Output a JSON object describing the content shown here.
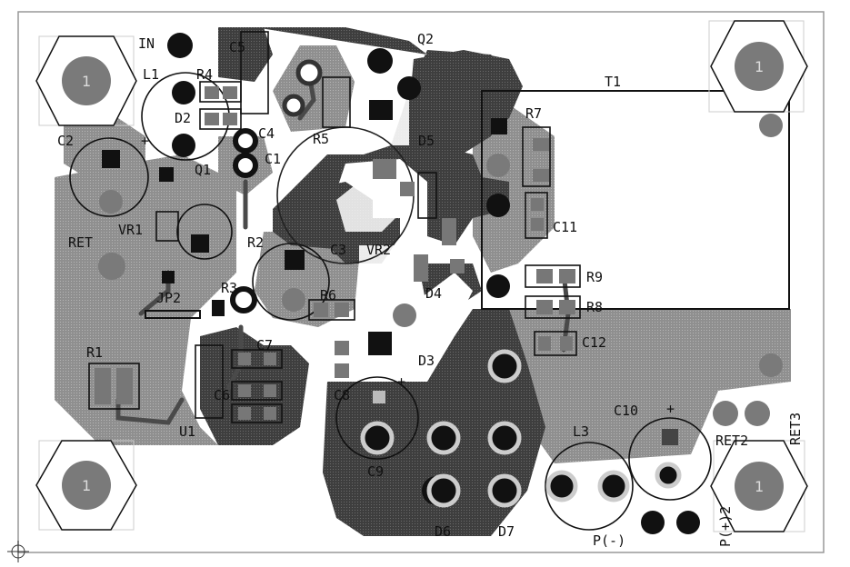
{
  "colors": {
    "background": "#ffffff",
    "copper_light": "#9a9a9a",
    "copper_dark": "#4a4a4a",
    "mid_grey": "#7a7a7a",
    "silk": "#111111",
    "pad_black": "#111111",
    "pad_white": "#ffffff"
  },
  "labels": {
    "in": "IN",
    "l1": "L1",
    "r4": "R4",
    "c5": "C5",
    "q2": "Q2",
    "t1": "T1",
    "r7": "R7",
    "d2": "D2",
    "c2": "C2",
    "c4": "C4",
    "r5": "R5",
    "d5": "D5",
    "c1": "C1",
    "q1": "Q1",
    "vr1": "VR1",
    "ret": "RET",
    "r2": "R2",
    "c11": "C11",
    "c3": "C3",
    "vr2": "VR2",
    "r9": "R9",
    "r3": "R3",
    "d4": "D4",
    "r8": "R8",
    "jp2": "JP2",
    "r6": "R6",
    "r1": "R1",
    "c12": "C12",
    "d3": "D3",
    "c7": "C7",
    "c6": "C6",
    "c8": "C8",
    "c10": "C10",
    "ret3": "RET3",
    "ret2": "RET2",
    "u1": "U1",
    "c9": "C9",
    "l3": "L3",
    "d6": "D6",
    "d7": "D7",
    "p_minus": "P(-)",
    "p_plus": "P(+)2",
    "hole_number": "1"
  }
}
